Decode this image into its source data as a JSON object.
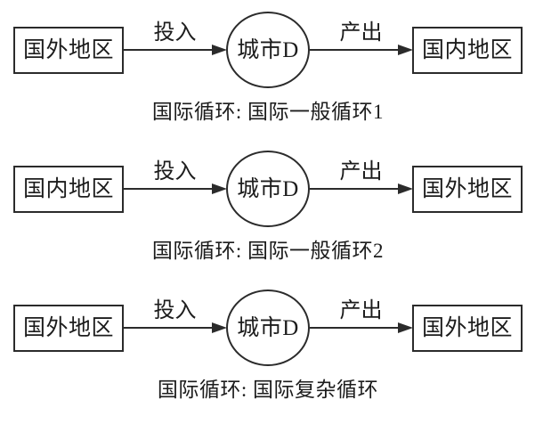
{
  "rows": [
    {
      "source": "国外地区",
      "input_label": "投入",
      "center": "城市D",
      "output_label": "产出",
      "target": "国内地区",
      "caption": "国际循环: 国际一般循环1"
    },
    {
      "source": "国内地区",
      "input_label": "投入",
      "center": "城市D",
      "output_label": "产出",
      "target": "国外地区",
      "caption": "国际循环: 国际一般循环2"
    },
    {
      "source": "国外地区",
      "input_label": "投入",
      "center": "城市D",
      "output_label": "产出",
      "target": "国外地区",
      "caption": "国际循环: 国际复杂循环"
    }
  ],
  "colors": {
    "line": "#2b2b2b",
    "text": "#1c1c1c",
    "background": "#ffffff"
  }
}
